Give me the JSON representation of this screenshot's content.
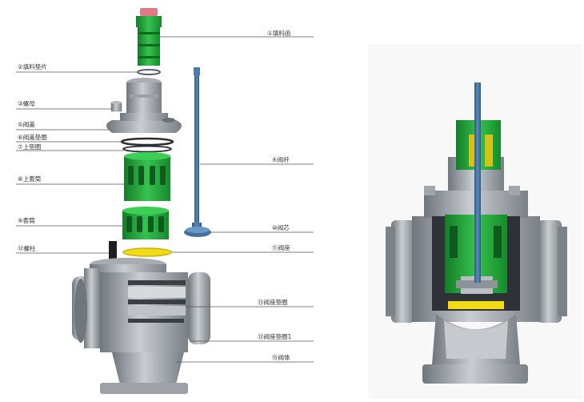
{
  "labels": {
    "l1": "①填料函",
    "l2": "②填料垫片",
    "l3": "③螺母",
    "l4": "⑤阀盖",
    "l5": "⑥阀盖垫圈",
    "l6": "⑦上垫圈",
    "l7": "⑧上套筒",
    "l8": "⑨套筒",
    "l9": "⑫螺柱",
    "l10": "④阀杆",
    "l11": "⑩阀芯",
    "l12": "⑪阀座",
    "l13": "⑬阀座垫圈",
    "l14": "⑬阀座垫圈1",
    "l15": "⑮阀体"
  },
  "colors": {
    "green": "#22a83a",
    "dark_green": "#137a25",
    "gray": "#8a9096",
    "light_gray": "#b8bdc2",
    "dark_gray": "#4f555b",
    "blue": "#3f6e9c",
    "yellow": "#f3dc17",
    "pink": "#e07885"
  }
}
